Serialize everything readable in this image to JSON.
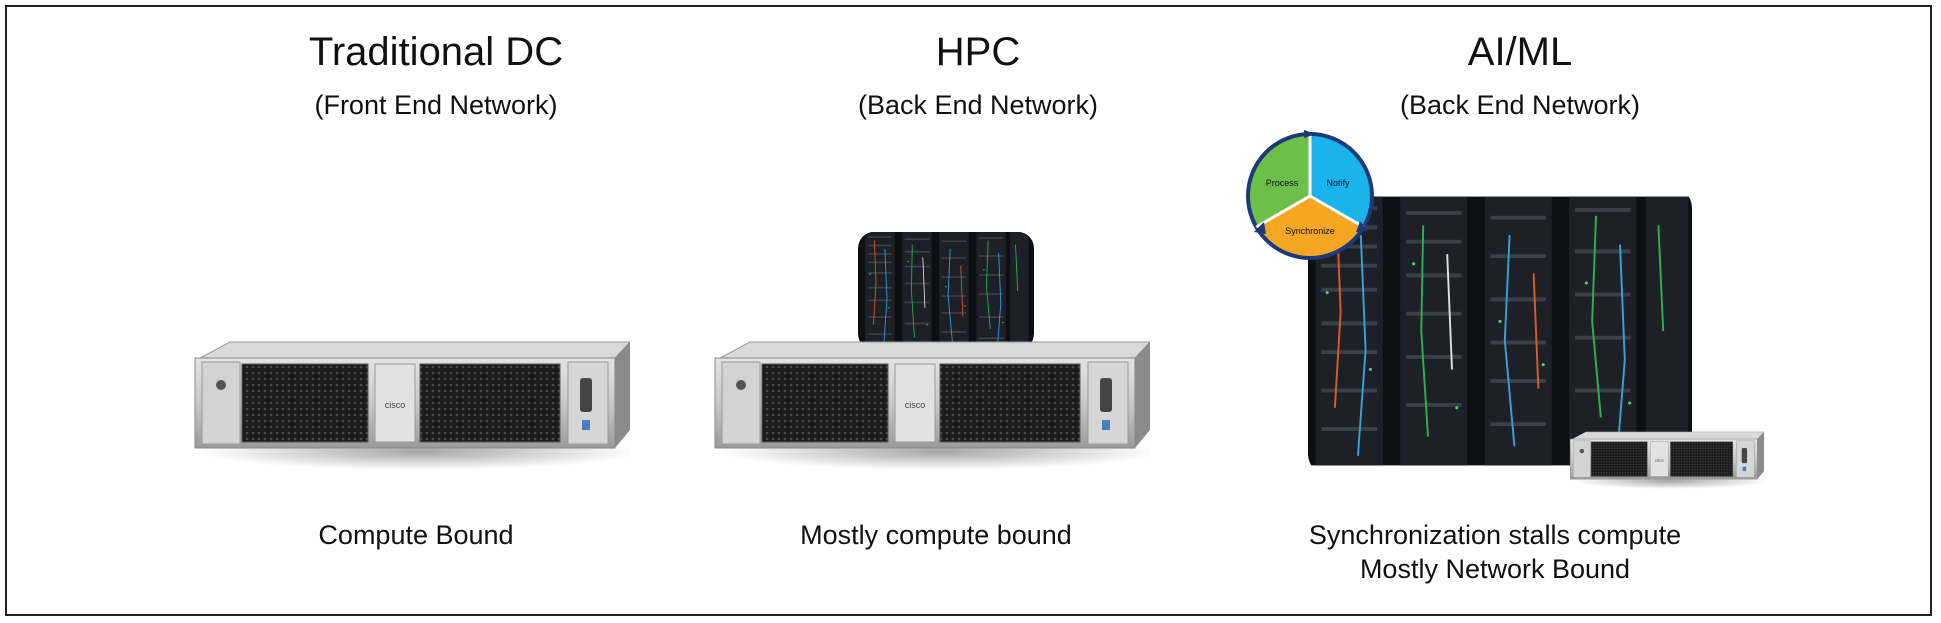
{
  "columns": [
    {
      "title": "Traditional DC",
      "subtitle": "(Front End Network)",
      "caption_lines": [
        "Compute Bound"
      ]
    },
    {
      "title": "HPC",
      "subtitle": "(Back End Network)",
      "caption_lines": [
        "Mostly compute bound"
      ]
    },
    {
      "title": "AI/ML",
      "subtitle": "(Back End Network)",
      "caption_lines": [
        "Synchronization stalls compute",
        "Mostly Network Bound"
      ]
    }
  ],
  "cycle": {
    "segments": [
      "Notify",
      "Synchronize",
      "Process"
    ],
    "colors": {
      "notify": "#18b4ea",
      "synchronize": "#f5a623",
      "process": "#6cc04a",
      "outline": "#1e3a78"
    }
  }
}
